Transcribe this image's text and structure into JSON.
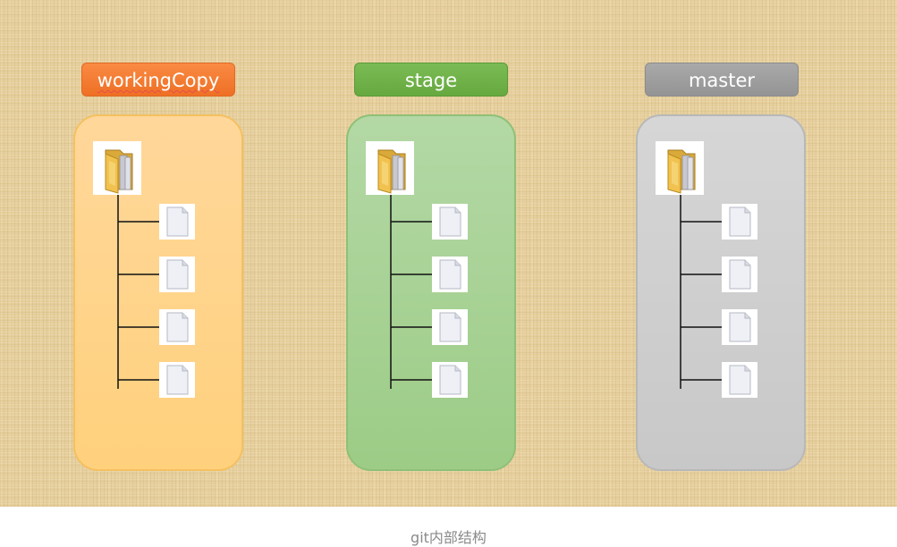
{
  "diagram": {
    "areas": [
      {
        "id": "working",
        "label": "workingCopy",
        "color": "#ee7024"
      },
      {
        "id": "stage",
        "label": "stage",
        "color": "#66a93f"
      },
      {
        "id": "master",
        "label": "master",
        "color": "#949494"
      }
    ],
    "tree": {
      "root_icon": "folder-icon",
      "child_icon": "file-icon",
      "child_count": 4
    }
  },
  "caption": "git内部结构"
}
